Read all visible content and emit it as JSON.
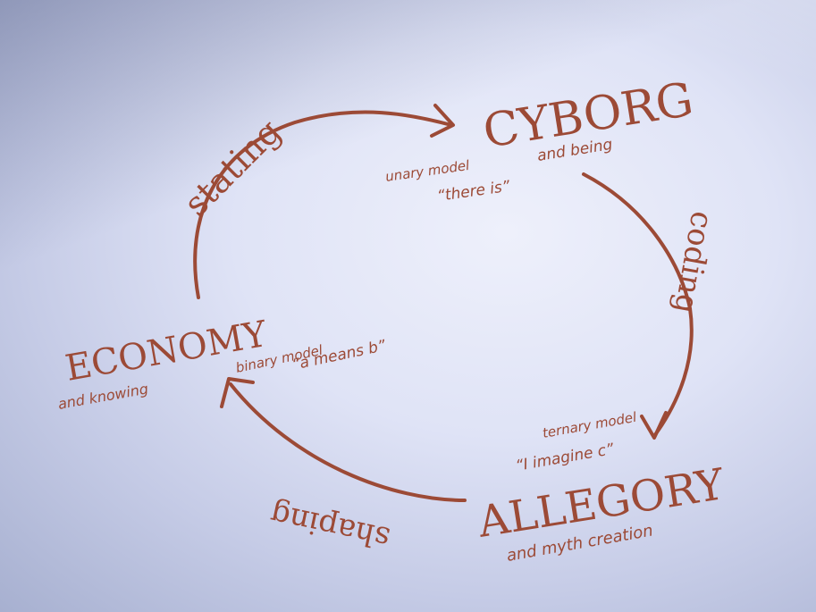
{
  "nodes": {
    "cyborg": {
      "title": "CYBORG",
      "model": "unary model",
      "quote": "“there is”",
      "tail": "and being"
    },
    "allegory": {
      "title": "ALLEGORY",
      "model": "ternary model",
      "quote": "“I imagine c”",
      "tail": "and myth creation"
    },
    "economy": {
      "title": "ECONOMY",
      "model": "binary model",
      "quote": "“a means b”",
      "tail": "and knowing"
    }
  },
  "arrows": {
    "stating": "stating",
    "coding": "coding",
    "shaping": "shaping"
  },
  "colors": {
    "ink": "#9c4a36",
    "paper": "#e3e6f7"
  }
}
